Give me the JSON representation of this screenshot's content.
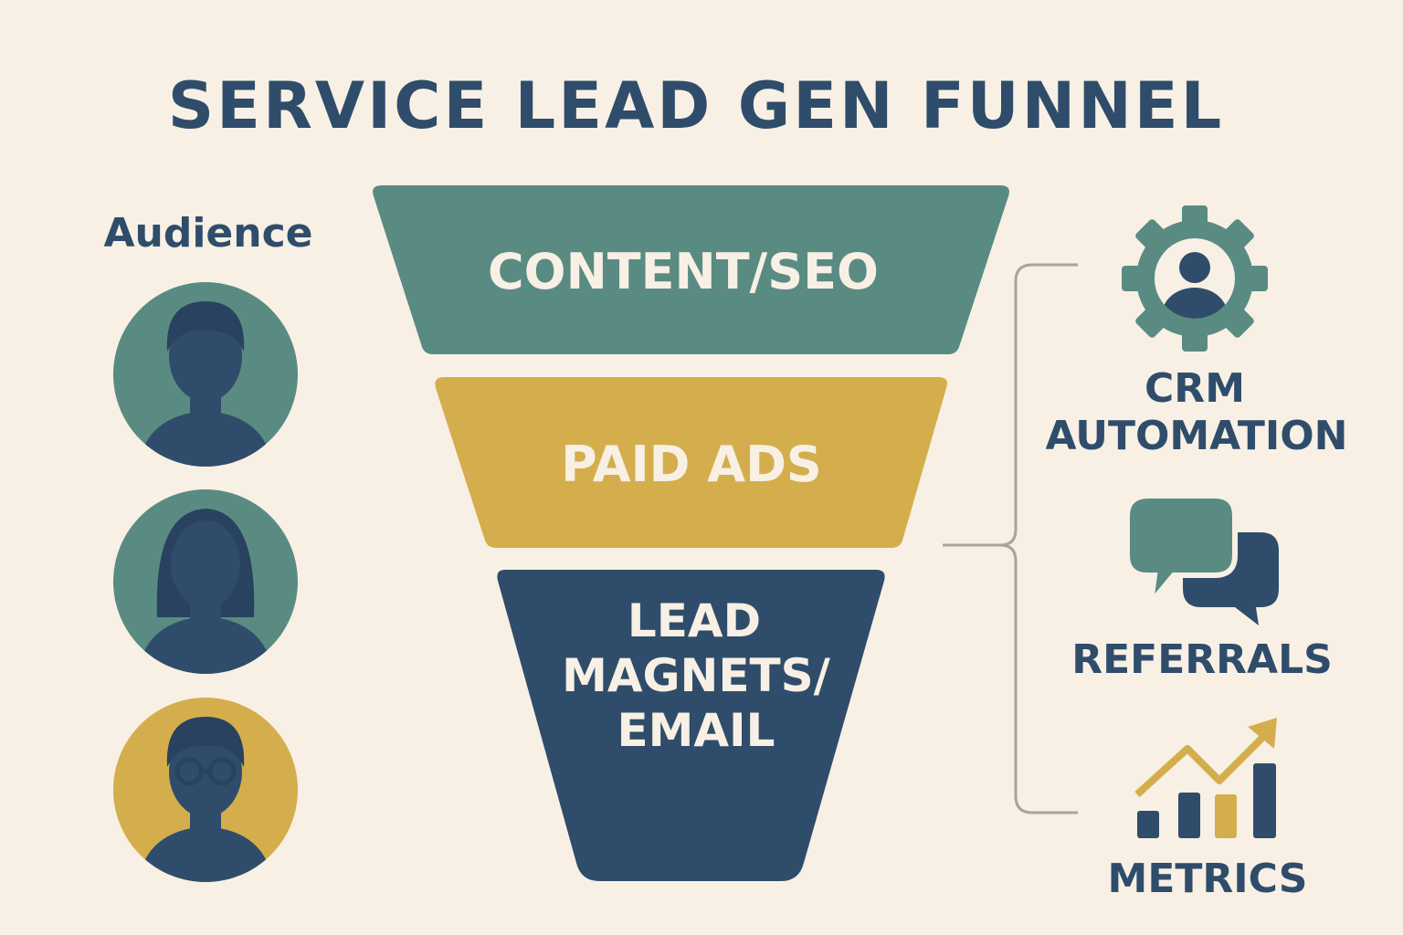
{
  "title": "SERVICE LEAD GEN FUNNEL",
  "audience": {
    "label": "Audience",
    "avatars": [
      "person-short-hair",
      "person-long-hair",
      "person-glasses"
    ]
  },
  "funnel": {
    "stages": [
      {
        "lines": [
          "CONTENT/SEO"
        ]
      },
      {
        "lines": [
          "PAID ADS"
        ]
      },
      {
        "lines": [
          "LEAD",
          "MAGNETS/",
          "EMAIL"
        ]
      }
    ]
  },
  "supports": [
    {
      "icon": "gear-person-icon",
      "lines": [
        "CRM",
        "AUTOMATION"
      ]
    },
    {
      "icon": "chat-bubbles-icon",
      "lines": [
        "REFERRALS"
      ]
    },
    {
      "icon": "bar-chart-trend-icon",
      "lines": [
        "METRICS"
      ]
    }
  ],
  "colors": {
    "background": "#f8f0e4",
    "teal": "#5a8b82",
    "gold": "#d4ae4c",
    "navy": "#2f4d6b"
  }
}
